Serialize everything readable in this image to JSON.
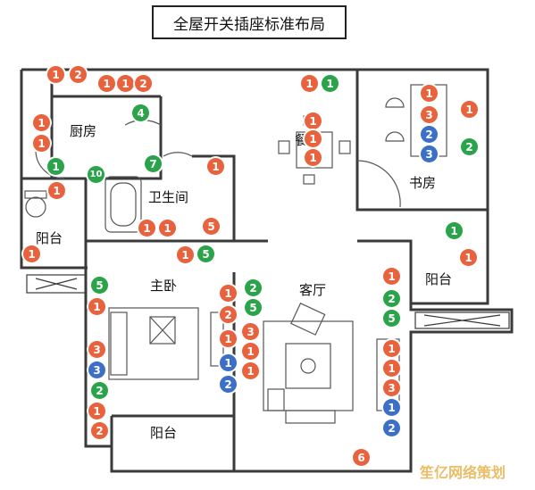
{
  "title": "全屋开关插座标准布局",
  "watermark": "笙亿网络策划",
  "rooms": [
    "厨房",
    "餐厅",
    "书房",
    "卫生间",
    "阳台",
    "主卧",
    "客厅",
    "阳台",
    "阳台"
  ],
  "colors": {
    "orange": "#e8623e",
    "green": "#2aa34a",
    "blue": "#3c6fc7",
    "wall": "#3a3a3a"
  },
  "markers": [
    {
      "t": "1",
      "c": "orange"
    },
    {
      "t": "2",
      "c": "orange"
    },
    {
      "t": "1",
      "c": "orange"
    },
    {
      "t": "1",
      "c": "orange"
    },
    {
      "t": "2",
      "c": "orange"
    },
    {
      "t": "1",
      "c": "orange"
    },
    {
      "t": "1",
      "c": "green"
    },
    {
      "t": "4",
      "c": "green"
    },
    {
      "t": "1",
      "c": "orange"
    },
    {
      "t": "1",
      "c": "orange"
    },
    {
      "t": "1",
      "c": "orange"
    },
    {
      "t": "3",
      "c": "orange"
    },
    {
      "t": "2",
      "c": "blue"
    },
    {
      "t": "3",
      "c": "blue"
    },
    {
      "t": "1",
      "c": "orange"
    },
    {
      "t": "2",
      "c": "green"
    },
    {
      "t": "1",
      "c": "orange"
    },
    {
      "t": "1",
      "c": "orange"
    },
    {
      "t": "1",
      "c": "orange"
    },
    {
      "t": "1",
      "c": "green"
    },
    {
      "t": "10",
      "c": "green"
    },
    {
      "t": "7",
      "c": "green"
    },
    {
      "t": "1",
      "c": "orange"
    },
    {
      "t": "1",
      "c": "orange"
    },
    {
      "t": "1",
      "c": "orange"
    },
    {
      "t": "1",
      "c": "orange"
    },
    {
      "t": "5",
      "c": "orange"
    },
    {
      "t": "1",
      "c": "orange"
    },
    {
      "t": "1",
      "c": "orange"
    },
    {
      "t": "5",
      "c": "green"
    },
    {
      "t": "1",
      "c": "green"
    },
    {
      "t": "1",
      "c": "orange"
    },
    {
      "t": "5",
      "c": "green"
    },
    {
      "t": "1",
      "c": "orange"
    },
    {
      "t": "3",
      "c": "orange"
    },
    {
      "t": "3",
      "c": "blue"
    },
    {
      "t": "2",
      "c": "green"
    },
    {
      "t": "1",
      "c": "orange"
    },
    {
      "t": "2",
      "c": "orange"
    },
    {
      "t": "1",
      "c": "orange"
    },
    {
      "t": "2",
      "c": "green"
    },
    {
      "t": "5",
      "c": "green"
    },
    {
      "t": "2",
      "c": "orange"
    },
    {
      "t": "1",
      "c": "orange"
    },
    {
      "t": "1",
      "c": "blue"
    },
    {
      "t": "2",
      "c": "blue"
    },
    {
      "t": "3",
      "c": "orange"
    },
    {
      "t": "1",
      "c": "orange"
    },
    {
      "t": "1",
      "c": "orange"
    },
    {
      "t": "1",
      "c": "orange"
    },
    {
      "t": "2",
      "c": "green"
    },
    {
      "t": "5",
      "c": "green"
    },
    {
      "t": "1",
      "c": "orange"
    },
    {
      "t": "1",
      "c": "orange"
    },
    {
      "t": "3",
      "c": "orange"
    },
    {
      "t": "1",
      "c": "blue"
    },
    {
      "t": "2",
      "c": "blue"
    },
    {
      "t": "6",
      "c": "orange"
    }
  ]
}
